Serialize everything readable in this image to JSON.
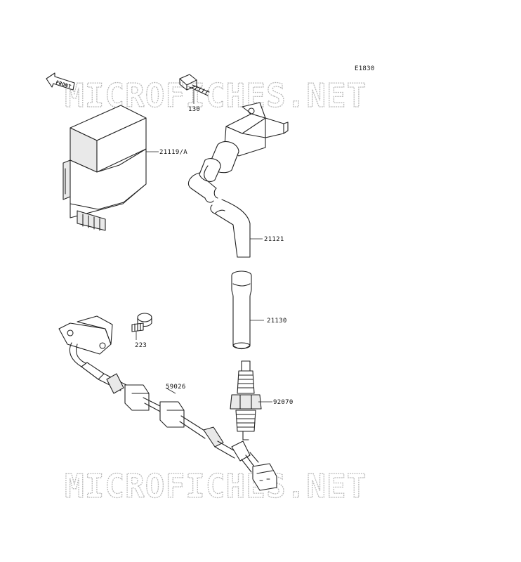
{
  "diagram": {
    "code": "E1830",
    "front_label": "FRONT",
    "watermark_top": "MICROFICHES.NET",
    "watermark_bottom": "MICROFICHES.NET",
    "callouts": {
      "bolt": "130",
      "cdi_unit": "21119/A",
      "ignition_coil": "21121",
      "plug_cap": "21130",
      "screw": "223",
      "harness": "59026",
      "spark_plug": "92070"
    }
  }
}
